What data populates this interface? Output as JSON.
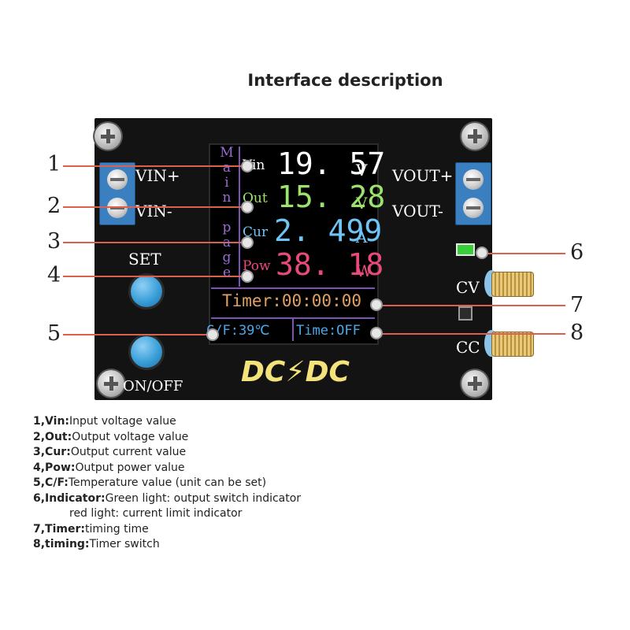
{
  "title": "Interface description",
  "board": {
    "vin_plus": "VIN+",
    "vin_minus": "VIN-",
    "vout_plus": "VOUT+",
    "vout_minus": "VOUT-",
    "set_label": "SET",
    "onoff_label": "ON/OFF",
    "cv_label": "CV",
    "cc_label": "CC",
    "logo": "DC⚡DC"
  },
  "screen": {
    "side_title": [
      "M",
      "a",
      "i",
      "n",
      " ",
      "p",
      "a",
      "g",
      "e"
    ],
    "rows": [
      {
        "label": "Vin",
        "value": "19. 57",
        "unit": "V",
        "color": "#ffffff"
      },
      {
        "label": "Out",
        "value": "15. 28",
        "unit": "V",
        "color": "#9be36a"
      },
      {
        "label": "Cur",
        "value": "2. 499",
        "unit": "A",
        "color": "#6fc3f5"
      },
      {
        "label": "Pow",
        "value": "38. 18",
        "unit": "W",
        "color": "#e84a7a"
      }
    ],
    "timer": "Timer:00:00:00",
    "temp": "C/F:39℃",
    "time_switch": "Time:OFF",
    "timer_color": "#e0a062",
    "temp_color": "#4aa8e8"
  },
  "callouts": [
    "1",
    "2",
    "3",
    "4",
    "5",
    "6",
    "7",
    "8"
  ],
  "legend": [
    {
      "key": "1,Vin:",
      "text": "Input voltage value"
    },
    {
      "key": "2,Out:",
      "text": "Output voltage value"
    },
    {
      "key": "3,Cur:",
      "text": "Output current value"
    },
    {
      "key": "4,Pow:",
      "text": "Output power value"
    },
    {
      "key": "5,C/F:",
      "text": "Temperature value (unit can be set)"
    },
    {
      "key": "6,Indicator:",
      "text": "Green light: output switch indicator"
    },
    {
      "key": "",
      "text": "red light: current limit indicator"
    },
    {
      "key": "7,Timer:",
      "text": "timing time"
    },
    {
      "key": "8,timing:",
      "text": "Timer switch"
    }
  ]
}
